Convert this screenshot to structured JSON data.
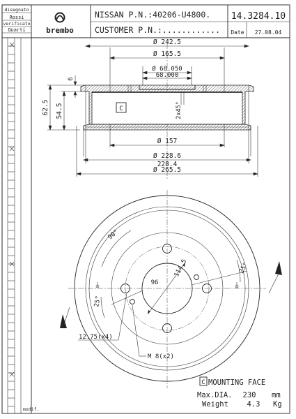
{
  "title_block": {
    "designer_label": "disegnato",
    "designer_name": "Rossi",
    "checker_label": "verificato",
    "checker_name": "Quarti",
    "brand": "brembo",
    "oem_line": "NISSAN P.N.:40206-U4800.",
    "customer_line": "CUSTOMER P.N.:............",
    "part_number": "14.3284.10",
    "date_label": "Date",
    "date_value": "27.08.04",
    "modif_label": "modif."
  },
  "section_dims": {
    "d_242_5": "Ø 242.5",
    "d_165_5": "Ø 165.5",
    "d_68_050": "Ø 68.050",
    "d_68_000": "68.000",
    "d_157": "Ø 157",
    "d_228_6": "Ø 228.6",
    "d_228_4": "228.4",
    "d_265_5": "Ø 265.5",
    "h_62_5": "62.5",
    "h_54_5": "54.5",
    "h_6": "6",
    "chamfer": "2x45°",
    "face_mark": "C"
  },
  "front_dims": {
    "angle_90": "90°",
    "angle_25_right": "25°",
    "angle_25_left": "25°",
    "pcd": "114.5",
    "hub": "96",
    "holes": "12.75(x4)",
    "thread": "M 8(x2)"
  },
  "notes": {
    "mounting_mark": "C",
    "mounting_face": "MOUNTING FACE",
    "max_dia_label": "Max.DIA.",
    "max_dia_value": "230",
    "max_dia_unit": "mm",
    "weight_label": "Weight",
    "weight_value": "4.3",
    "weight_unit": "Kg"
  }
}
